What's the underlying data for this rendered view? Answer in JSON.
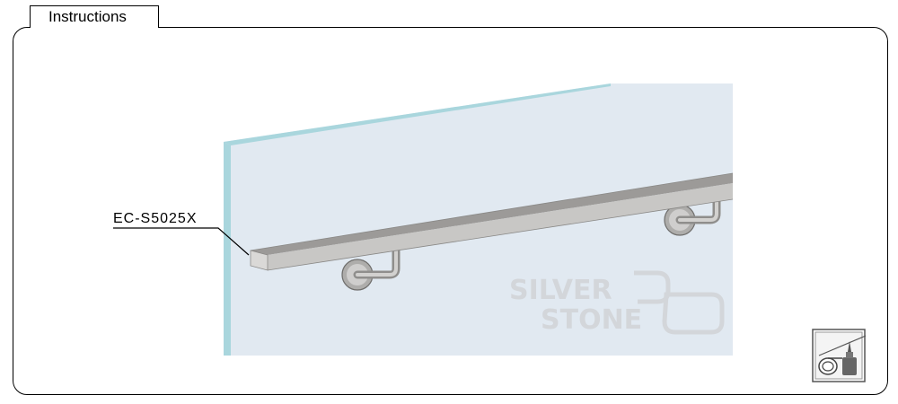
{
  "header": {
    "tab_label": "Instructions"
  },
  "figure": {
    "part_label": "EC-S5025X",
    "watermark": {
      "line1": "SILVER",
      "line2": "STONE"
    },
    "colors": {
      "glass_face": "#e1e9f1",
      "glass_edge": "#a9d6dd",
      "rail_top": "#9c9a98",
      "rail_front": "#d9d8d6",
      "bracket": "#c4c3c1",
      "watermark": "#d3d6da"
    }
  },
  "tool_icon": {
    "icon": "glue-bottle-and-pipe-icon"
  }
}
